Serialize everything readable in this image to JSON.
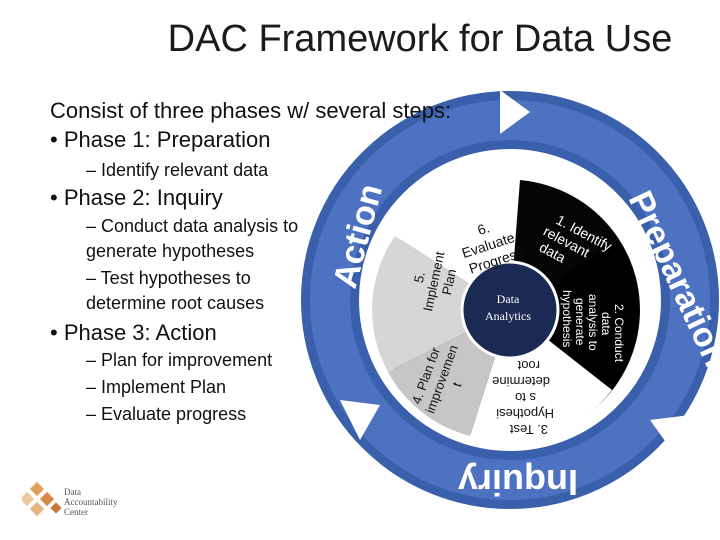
{
  "slide": {
    "title": "DAC Framework for Data Use",
    "intro": "Consist of three phases w/ several steps:",
    "phase1": "• Phase 1: Preparation",
    "phase1_sub1": "– Identify relevant data",
    "phase2": "• Phase 2: Inquiry",
    "phase2_sub1a": "– Conduct data analysis to",
    "phase2_sub1b": "generate hypotheses",
    "phase2_sub2a": "– Test hypotheses to",
    "phase2_sub2b": "determine root causes",
    "phase3": "• Phase 3: Action",
    "phase3_sub1": "– Plan for improvement",
    "phase3_sub2": "– Implement Plan",
    "phase3_sub3": "– Evaluate progress"
  },
  "diagram": {
    "center_label_1": "Data",
    "center_label_2": "Analytics",
    "arrow_preparation": "Preparation",
    "arrow_inquiry": "Inquiry",
    "arrow_action": "Action",
    "step1": [
      "1. Identify",
      "relevant",
      "data"
    ],
    "step2": [
      "2. Conduct",
      "data",
      "analysis to",
      "generate",
      "hypothesis"
    ],
    "step3": [
      "3. Test",
      "Hypothesi",
      "s to",
      "determine",
      "root"
    ],
    "step4": [
      "4. Plan for",
      "improvemen",
      "t"
    ],
    "step5": [
      "5.",
      "Implement",
      "Plan"
    ],
    "step6": [
      "6.",
      "Evaluate",
      "Progress"
    ],
    "colors": {
      "ring": "#3b63b4",
      "ring_dark": "#17306e",
      "wedge_dark": "#050505",
      "wedge_light": "#bfbfbf",
      "center": "#1a2a52"
    }
  },
  "logo": {
    "line1": "Data",
    "line2": "Accountability",
    "line3": "Center"
  }
}
